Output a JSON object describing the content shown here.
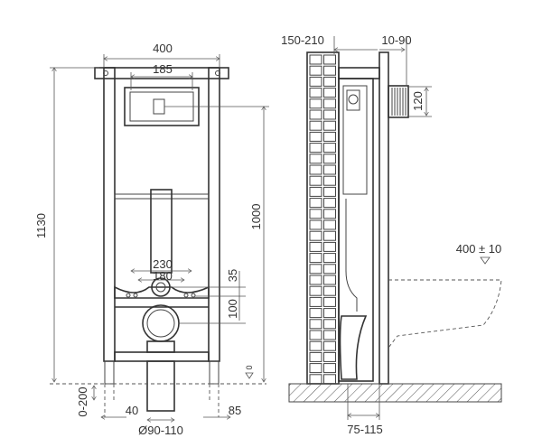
{
  "front_view": {
    "width_total": "400",
    "width_plate": "185",
    "height_total": "1130",
    "height_inlet": "1000",
    "bolt_spacing_outer": "230",
    "bolt_spacing_inner": "180",
    "offset_35": "35",
    "offset_100": "100",
    "floor_adjust": "0-200",
    "leg_40": "40",
    "drain_diameter": "Ø90-110",
    "leg_85": "85",
    "floor_level": "0"
  },
  "side_view": {
    "wall_gap": "150-210",
    "panel_offset": "10-90",
    "connector_height": "120",
    "bowl_height": "400 ± 10",
    "bottom_offset": "75-115"
  }
}
